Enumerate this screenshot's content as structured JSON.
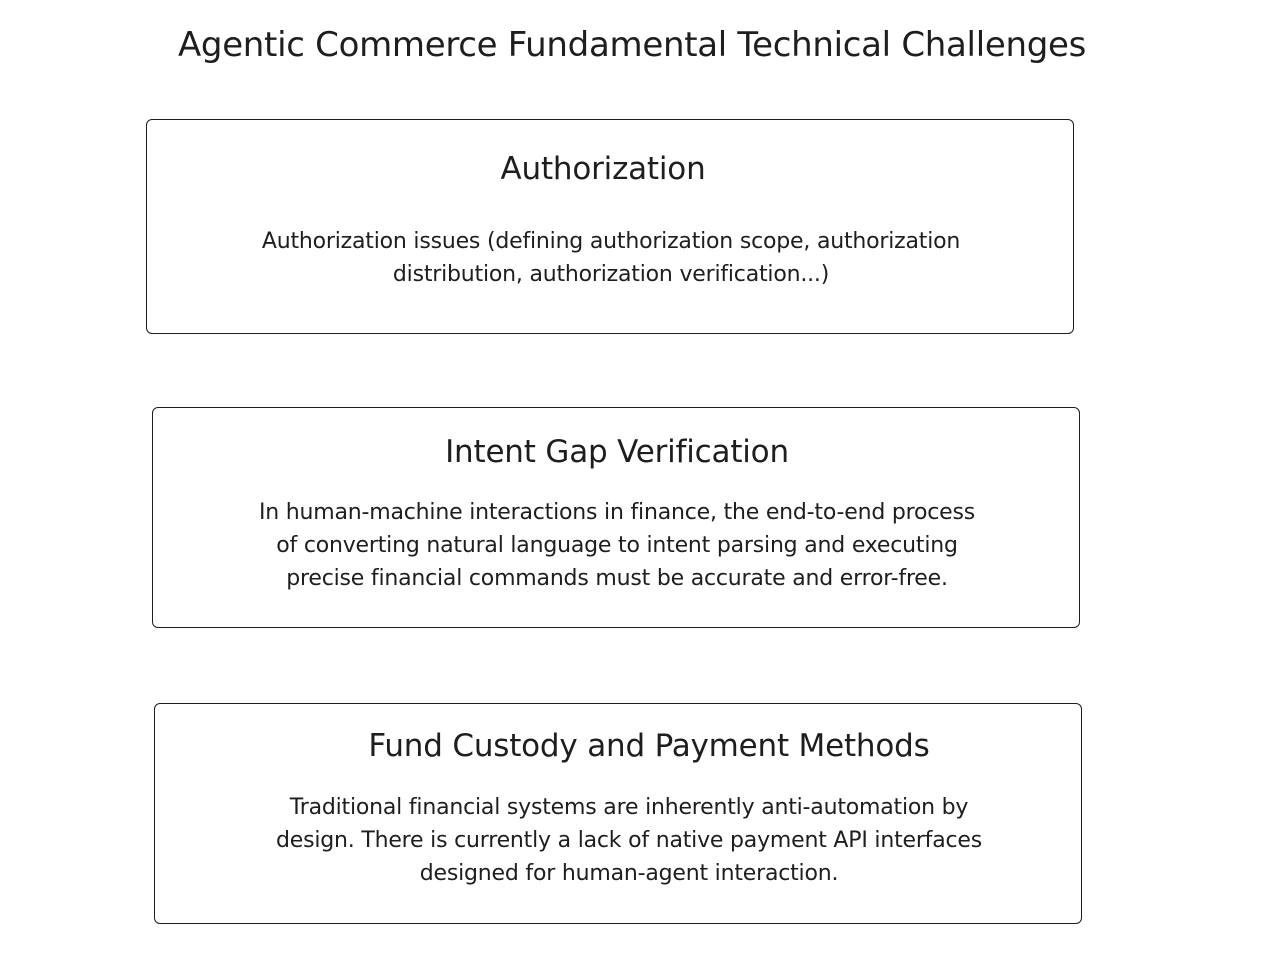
{
  "title": "Agentic Commerce Fundamental Technical Challenges",
  "challenges": [
    {
      "heading": "Authorization",
      "body_lines": [
        "Authorization issues (defining authorization scope, authorization",
        "distribution, authorization verification...)"
      ]
    },
    {
      "heading": "Intent Gap Verification",
      "body_lines": [
        "In human-machine interactions in finance, the end-to-end process",
        "of converting natural language to intent parsing and executing",
        "precise financial commands must be accurate and error-free."
      ]
    },
    {
      "heading": "Fund Custody and Payment Methods",
      "body_lines": [
        "Traditional financial systems are inherently anti-automation by",
        "design. There is currently a lack of native payment API interfaces",
        "designed for human-agent interaction."
      ]
    }
  ]
}
